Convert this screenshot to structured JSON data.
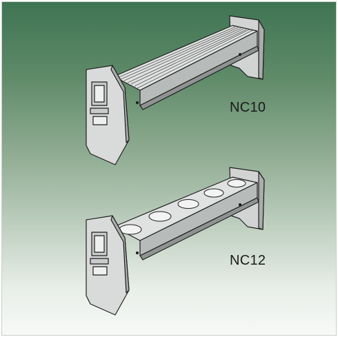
{
  "products": [
    {
      "label": "NC10",
      "style": "slatted-top bench"
    },
    {
      "label": "NC12",
      "style": "bench with five round openings"
    }
  ],
  "colors": {
    "background_top": "#3f7453",
    "background_bottom": "#f7f9f7",
    "bench_light": "#e4e6e4",
    "bench_mid": "#c9cccb",
    "bench_dark": "#9fa3a2",
    "outline": "#1e1e1e"
  }
}
